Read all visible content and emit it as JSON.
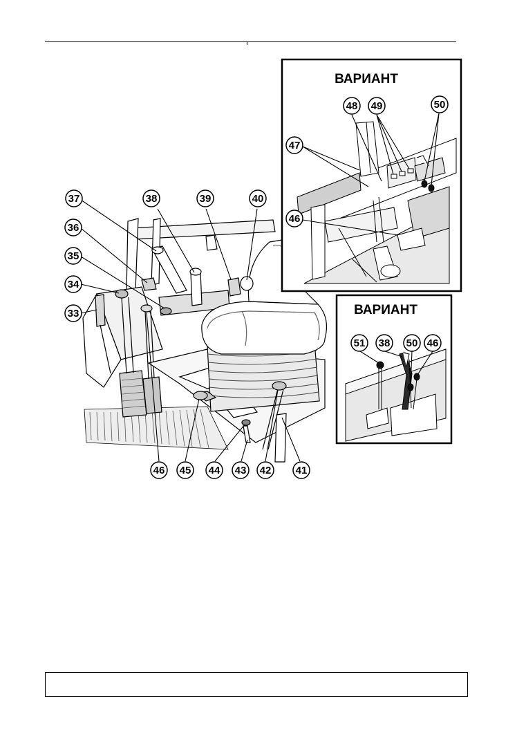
{
  "main_callouts": [
    "37",
    "38",
    "39",
    "40",
    "36",
    "35",
    "34",
    "33",
    "46",
    "45",
    "44",
    "43",
    "42",
    "41"
  ],
  "variant_top": {
    "title": "ВАРИАНТ",
    "callouts": [
      "48",
      "49",
      "50",
      "47",
      "46"
    ]
  },
  "variant_bottom": {
    "title": "ВАРИАНТ",
    "callouts": [
      "51",
      "38",
      "50",
      "46"
    ]
  },
  "colors": {
    "line": "#000000",
    "shade_light": "#e6e6e6",
    "shade_mid": "#c8c8c8",
    "shade_dark": "#8c8c8c"
  }
}
